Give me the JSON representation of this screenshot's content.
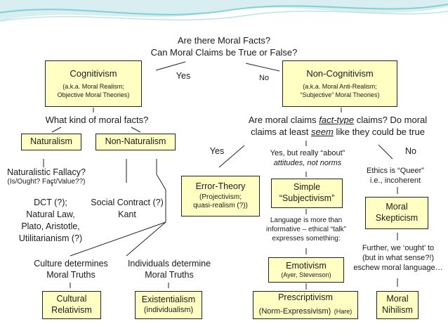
{
  "title": {
    "line1": "Are there Moral Facts?",
    "line2": "Can Moral Claims be True or False?"
  },
  "yes_top": "Yes",
  "no_top": "No",
  "cognitivism": {
    "title": "Cognitivism",
    "sub1": "(a.k.a. Moral Realism;",
    "sub2": "Objective Moral Theories)"
  },
  "non_cognitivism": {
    "title": "Non-Cognitivism",
    "sub1": "(a.k.a. Moral Anti-Realism;",
    "sub2": "“Subjective” Moral Theories)"
  },
  "what_kind": "What kind of moral facts?",
  "fact_type": {
    "part1": "Are moral claims ",
    "em1": "fact-type",
    "part2": " claims?  Do moral",
    "part3": "claims at least ",
    "em2": "seem",
    "part4": " like they could be true"
  },
  "naturalism": "Naturalism",
  "non_naturalism": "Non-Naturalism",
  "yes_mid": "Yes",
  "no_mid": "No",
  "yes_but": {
    "line1": "Yes, but really “about”",
    "line2": "attitudes, not norms"
  },
  "naturalistic_fallacy": {
    "line1": "Naturalistic Fallacy?",
    "line2": "(Is/Ought? Fact/Value??)"
  },
  "dct": {
    "line1": "DCT (?);",
    "line2": "Natural Law,",
    "line3": "Plato, Aristotle,",
    "line4": "Utilitarianism (?)"
  },
  "social_contract": {
    "line1": "Social Contract (?)",
    "line2": "Kant"
  },
  "error_theory": {
    "title": "Error-Theory",
    "line2": "(Projectivism;",
    "line3": "quasi-realism (?))"
  },
  "simple_subjectivism": {
    "line1": "Simple",
    "line2": "“Subjectivism”"
  },
  "queer": {
    "line1": "Ethics is “Queer”",
    "line2": "i.e., incoherent"
  },
  "moral_skepticism": {
    "line1": "Moral",
    "line2": "Skepticism"
  },
  "language": {
    "line1": "Language is more than",
    "line2": "informative – ethical “talk”",
    "line3": "expresses something:"
  },
  "further": {
    "line1": "Further, we ‘ought’ to",
    "line2": "(but in what sense?!)",
    "line3": "eschew moral language…"
  },
  "culture": {
    "line1": "Culture determines",
    "line2": "Moral Truths"
  },
  "individuals": {
    "line1": "Individuals determine",
    "line2": "Moral Truths"
  },
  "emotivism": {
    "title": "Emotivism",
    "sub": "(Ayer, Stevenson)"
  },
  "cultural_relativism": {
    "line1": "Cultural",
    "line2": "Relativism"
  },
  "existentialism": {
    "line1": "Existentialism",
    "line2": "(individualism)"
  },
  "prescriptivism": {
    "title": "Prescriptivism",
    "line2": "(Norm-Expressivism)",
    "hare": "(Hare)"
  },
  "moral_nihilism": {
    "line1": "Moral",
    "line2": "Nihilism"
  },
  "colors": {
    "box_fill": "#ffffc4",
    "accent_teal": "#5bc3c7",
    "line": "#222222"
  }
}
